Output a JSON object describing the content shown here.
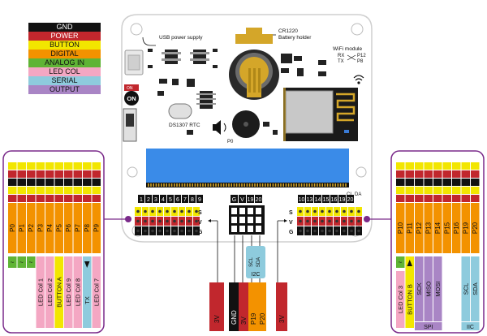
{
  "legend": [
    {
      "label": "GND",
      "bg": "#111111",
      "fg": "#ffffff"
    },
    {
      "label": "POWER",
      "bg": "#c1272d",
      "fg": "#ffffff"
    },
    {
      "label": "BUTTON",
      "bg": "#f2e600",
      "fg": "#111111"
    },
    {
      "label": "DIGITAL",
      "bg": "#f39200",
      "fg": "#111111"
    },
    {
      "label": "ANALOG IN",
      "bg": "#5fb435",
      "fg": "#111111"
    },
    {
      "label": "LED COL",
      "bg": "#f4a7c3",
      "fg": "#111111"
    },
    {
      "label": "SERIAL",
      "bg": "#8ecbdd",
      "fg": "#111111"
    },
    {
      "label": "OUTPUT",
      "bg": "#a985c5",
      "fg": "#111111"
    }
  ],
  "board": {
    "usb_label": "USB power supply",
    "cr_label_1": "CR1220",
    "cr_label_2": "Battery holder",
    "wifi_label": "WiFi module",
    "rx_label": "RX",
    "tx_label": "TX",
    "p12_label": "P12",
    "p8_label": "P8",
    "on_label": "ON",
    "ds_label": "DS1307 RTC",
    "p0_label": "P0",
    "left_pin_numbers": [
      "1",
      "2",
      "3",
      "4",
      "5",
      "6",
      "7",
      "8",
      "9"
    ],
    "right_pin_numbers": [
      "10",
      "13",
      "14",
      "15",
      "16",
      "19",
      "20"
    ],
    "cl_label": "CL",
    "da_label": "DA",
    "mid_pins": [
      "G",
      "V",
      "19",
      "20"
    ],
    "svg_labels": [
      "S",
      "V",
      "G"
    ]
  },
  "bottom": {
    "v_left": "3V",
    "gnd": "GND",
    "v_mid": "3V",
    "p19": "P19",
    "p20": "P20",
    "v_right": "3V",
    "i2c": "I2C",
    "scl": "SCL",
    "sda": "SDA"
  },
  "left_panel": {
    "pins": [
      "P0",
      "P1",
      "P2",
      "P3",
      "P4",
      "P5",
      "P6",
      "P7",
      "P8",
      "P9"
    ],
    "tildes": [
      "~",
      "~",
      "~"
    ],
    "bottom_labels": [
      "LED Col 1",
      "LED Col 2",
      "BUTTON A",
      "LED Col 9",
      "LED Col 8",
      "TX",
      "LED Col 7"
    ]
  },
  "right_panel": {
    "pins": [
      "P10",
      "P11",
      "P12",
      "P13",
      "P14",
      "P15",
      "P16",
      "P19",
      "P20"
    ],
    "tildes": [
      "~"
    ],
    "bottom_labels": [
      "LED Col 3",
      "BUTTON B",
      "SCK",
      "MISO",
      "MOSI",
      "SCL",
      "SDA"
    ],
    "spi": "SPI",
    "iic": "IIC"
  }
}
